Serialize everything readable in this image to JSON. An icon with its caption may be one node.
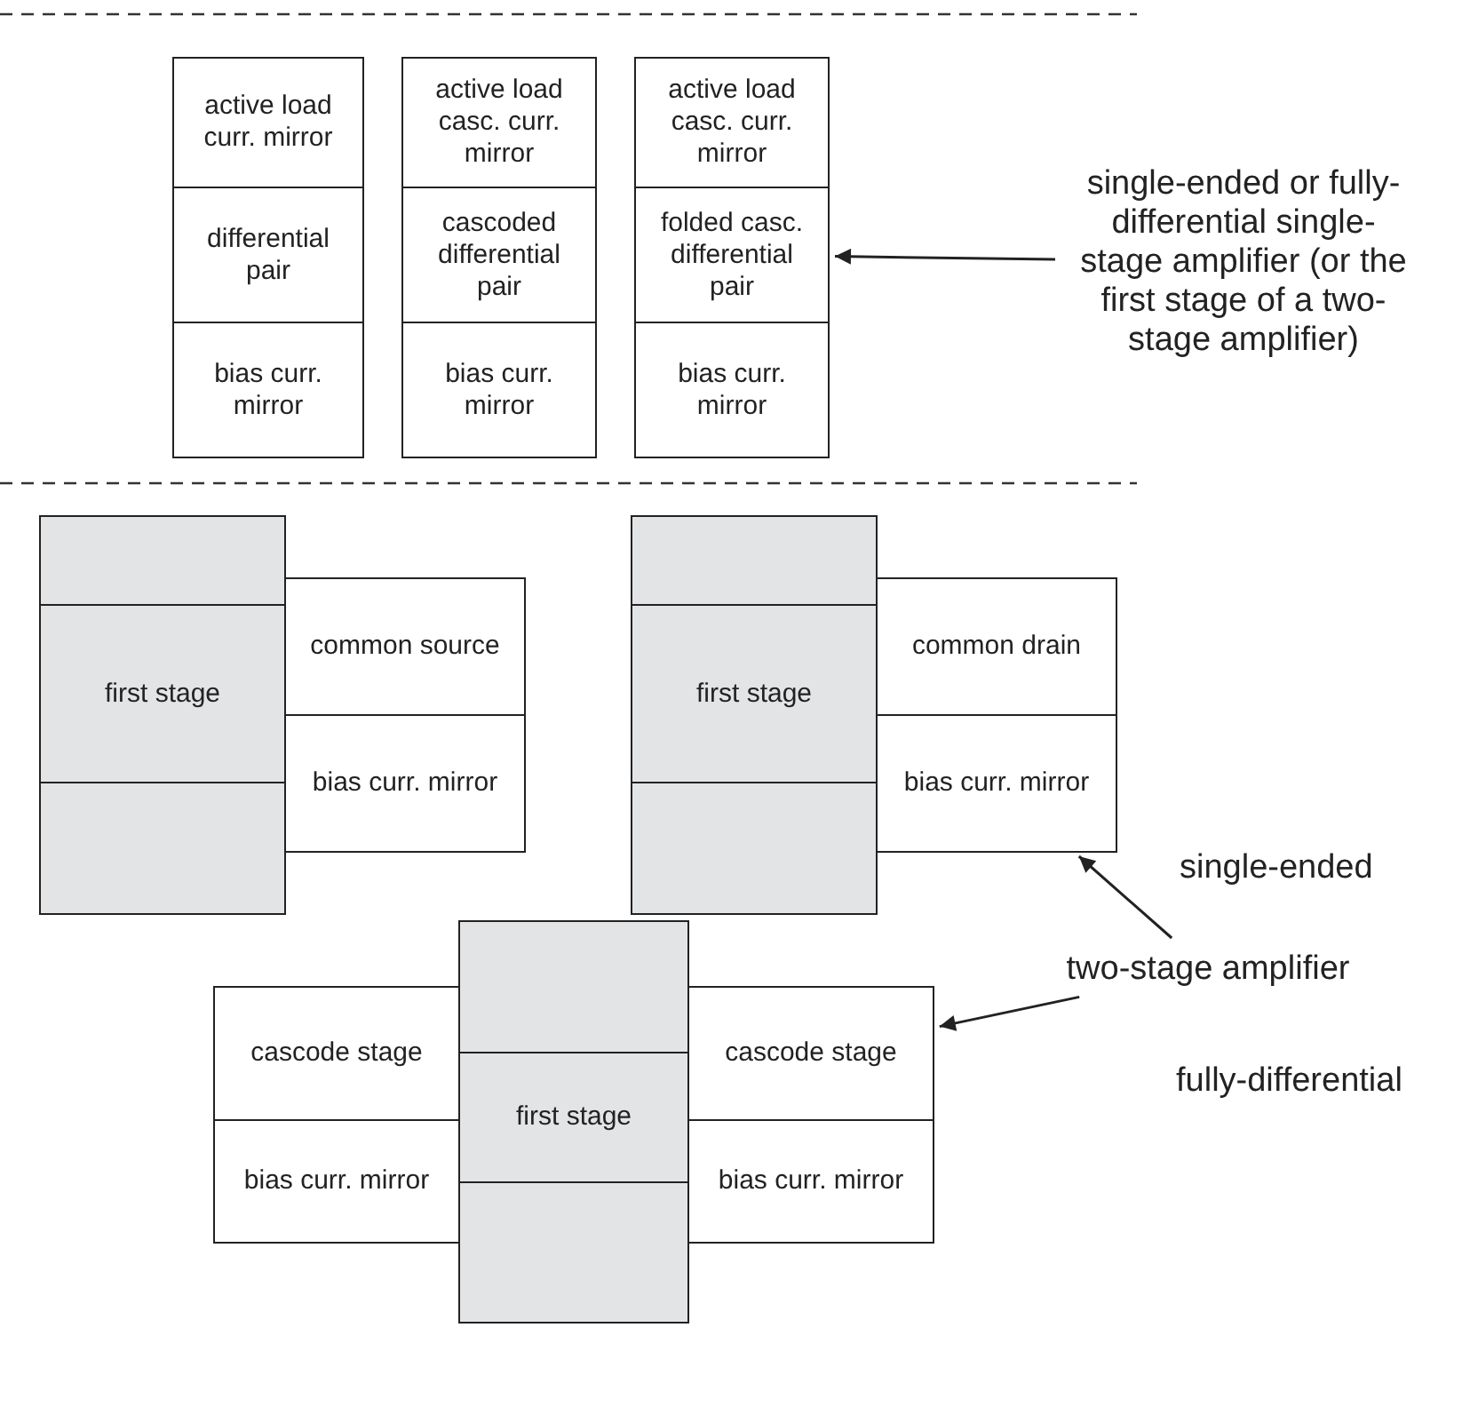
{
  "diagram": {
    "nodes": [
      {
        "text": [
          "active load curr. mirror"
        ]
      },
      {
        "text": [
          "differential pair"
        ]
      },
      {
        "text": [
          "bias curr. mirror"
        ]
      },
      {
        "text": [
          "active load casc. curr. mirror"
        ]
      },
      {
        "text": [
          "cascoded differential pair"
        ]
      },
      {
        "text": [
          "bias curr. mirror"
        ]
      },
      {
        "text": [
          "active load casc. curr. mirror"
        ]
      },
      {
        "text": [
          "folded casc. differential pair"
        ]
      },
      {
        "text": [
          "bias curr. mirror"
        ]
      },
      {
        "text": [
          "single-ended or fully-differential single-stage amplifier (or the first stage of a two-stage amplifier)"
        ]
      },
      {
        "text": [],
        "shape": "box"
      },
      {
        "text": [
          "first stage"
        ]
      },
      {
        "text": [],
        "shape": "box"
      },
      {
        "text": [
          "common source"
        ]
      },
      {
        "text": [
          "bias curr. mirror"
        ]
      },
      {
        "text": [],
        "shape": "box"
      },
      {
        "text": [
          "first stage"
        ]
      },
      {
        "text": [],
        "shape": "box"
      },
      {
        "text": [
          "common drain"
        ]
      },
      {
        "text": [
          "bias curr. mirror"
        ]
      },
      {
        "text": [
          "two-stage amplifier"
        ]
      },
      {
        "text": [
          "cascode stage"
        ]
      },
      {
        "text": [
          "bias curr. mirror"
        ]
      },
      {
        "text": [],
        "shape": "box"
      },
      {
        "text": [
          "first stage"
        ]
      },
      {
        "text": [],
        "shape": "box"
      },
      {
        "text": [
          "cascode stage"
        ]
      },
      {
        "text": [
          "bias curr. mirror"
        ]
      }
    ],
    "edges": [
      {
        "from": 9,
        "to": 7,
        "arrow": "to"
      },
      {
        "from": 20,
        "to": 19,
        "arrow": "to",
        "label": "single-ended"
      },
      {
        "from": 20,
        "to": 26,
        "arrow": "to",
        "label": "fully-differential"
      }
    ]
  }
}
